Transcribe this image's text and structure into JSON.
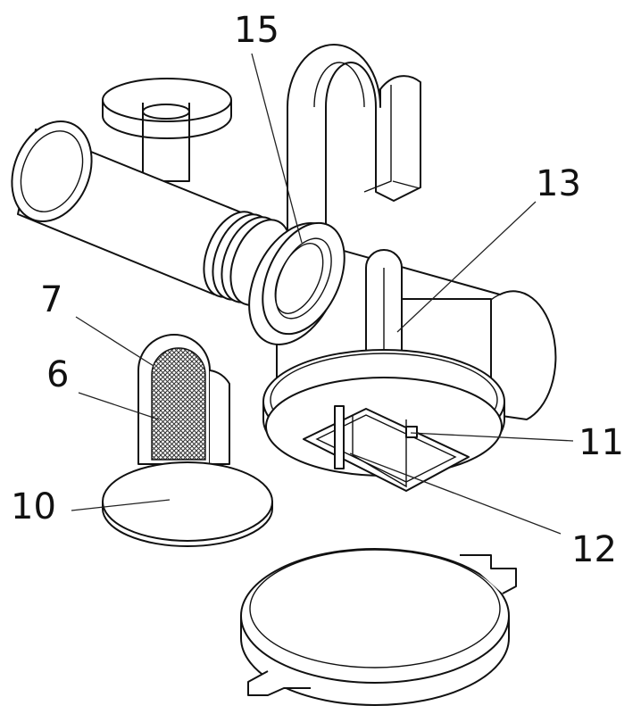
{
  "figure": {
    "labels": {
      "l15": "15",
      "l13": "13",
      "l7": "7",
      "l6": "6",
      "l10": "10",
      "l11": "11",
      "l12": "12"
    }
  }
}
